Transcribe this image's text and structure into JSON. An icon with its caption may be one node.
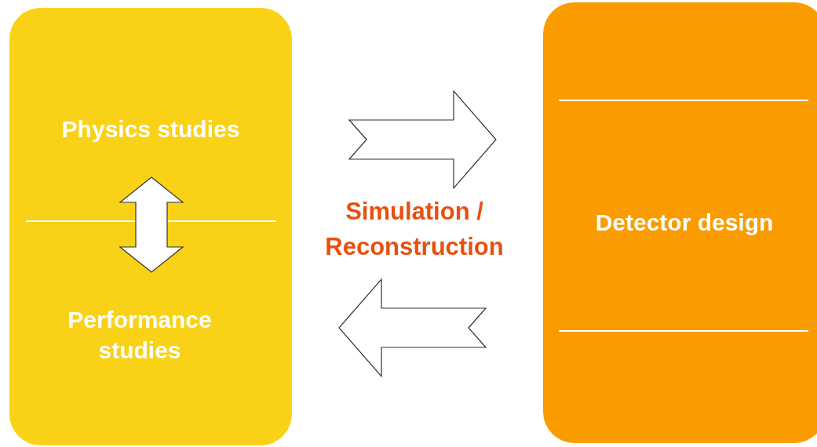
{
  "diagram": {
    "nodes": [
      {
        "text": [],
        "shape": "box"
      },
      {
        "text": [
          "Physics studies"
        ],
        "in": 0
      },
      {
        "text": [
          "Performance studies"
        ],
        "in": 0
      },
      {
        "text": [
          "Detector design"
        ]
      }
    ],
    "edges": [
      {
        "from": 1,
        "to": 2,
        "arrow": "both"
      },
      {
        "from": 0,
        "to": 3,
        "arrow": "to"
      },
      {
        "from": 3,
        "to": 0,
        "arrow": "to"
      }
    ],
    "labels": [
      "Simulation / Reconstruction"
    ]
  }
}
